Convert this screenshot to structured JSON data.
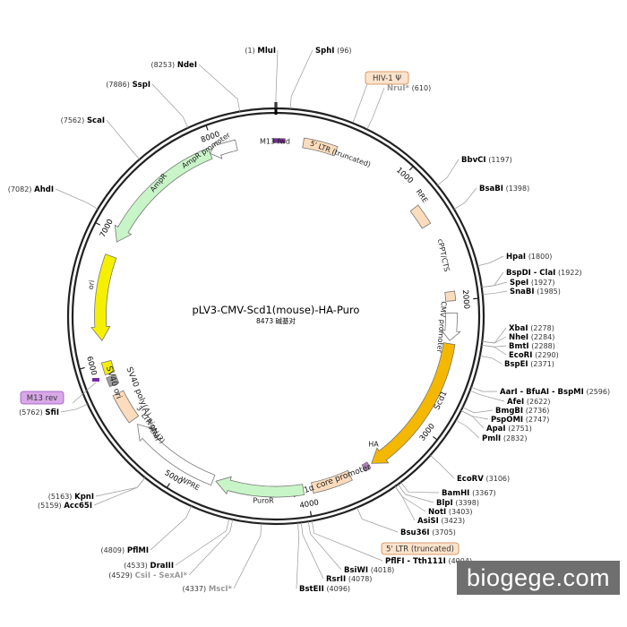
{
  "plasmid": {
    "name": "pLV3-CMV-Scd1(mouse)-HA-Puro",
    "length_label": "8473 碱基对",
    "length": 8473
  },
  "ring": {
    "tick_labels": [
      "1000",
      "2000",
      "3000",
      "4000",
      "5000",
      "6000",
      "7000",
      "8000"
    ]
  },
  "features": [
    {
      "id": "m13-fwd",
      "label": "M13 fwd",
      "type": "primer",
      "color": "#7a2aa0"
    },
    {
      "id": "ltr5",
      "label": "5' LTR (truncated)",
      "type": "box",
      "color": "#fcdcbc"
    },
    {
      "id": "rre",
      "label": "RRE",
      "type": "box",
      "color": "#fcdcbc"
    },
    {
      "id": "cppt",
      "label": "cPPT/CTS",
      "type": "box",
      "color": "#fcdcbc"
    },
    {
      "id": "cmv",
      "label": "CMV promoter",
      "type": "arrow",
      "color": "#ffffff"
    },
    {
      "id": "scd1",
      "label": "Scd1",
      "type": "arrow",
      "color": "#f5b800"
    },
    {
      "id": "ha",
      "label": "HA",
      "type": "box",
      "color": "#b07cc0"
    },
    {
      "id": "ef1a",
      "label": "EF-1α core promoter",
      "type": "box",
      "color": "#fcdcbc"
    },
    {
      "id": "puror",
      "label": "PuroR",
      "type": "arrow",
      "color": "#c8f5c8"
    },
    {
      "id": "wpre",
      "label": "WPRE",
      "type": "arrow",
      "color": "#ffffff"
    },
    {
      "id": "ltr3",
      "label": "3' LTR (ΔU3)",
      "type": "box",
      "color": "#fcdcbc"
    },
    {
      "id": "sv40pa",
      "label": "SV40 poly(A) signal",
      "type": "box",
      "color": "#a0a0a0"
    },
    {
      "id": "sv40ori",
      "label": "SV40 ori",
      "type": "box",
      "color": "#f5f000"
    },
    {
      "id": "ori",
      "label": "ori",
      "type": "arrow",
      "color": "#f5f000"
    },
    {
      "id": "ampr",
      "label": "AmpR",
      "type": "arrow",
      "color": "#c8f5c8"
    },
    {
      "id": "amppromoter",
      "label": "AmpR promoter",
      "type": "arrow",
      "color": "#ffffff"
    }
  ],
  "boxed_labels": [
    {
      "id": "hiv1",
      "text": "HIV-1 Ψ",
      "color": "#fce4cc",
      "border": "#d08040"
    },
    {
      "id": "ltr5b",
      "text": "5' LTR (truncated)",
      "color": "#fce4cc",
      "border": "#d08040"
    },
    {
      "id": "m13rev",
      "text": "M13 rev",
      "color": "#d8a8e8",
      "border": "#9a50b8"
    }
  ],
  "sites": [
    {
      "name": "MluI",
      "pos": "(1)"
    },
    {
      "name": "SphI",
      "pos": "(96)"
    },
    {
      "name": "NruI*",
      "pos": "(610)"
    },
    {
      "name": "BbvCI",
      "pos": "(1197)"
    },
    {
      "name": "BsaBI",
      "pos": "(1398)"
    },
    {
      "name": "HpaI",
      "pos": "(1800)"
    },
    {
      "name": "BspDI - ClaI",
      "pos": "(1922)"
    },
    {
      "name": "SpeI",
      "pos": "(1927)"
    },
    {
      "name": "SnaBI",
      "pos": "(1985)"
    },
    {
      "name": "XbaI",
      "pos": "(2278)"
    },
    {
      "name": "NheI",
      "pos": "(2284)"
    },
    {
      "name": "BmtI",
      "pos": "(2288)"
    },
    {
      "name": "EcoRI",
      "pos": "(2290)"
    },
    {
      "name": "BspEI",
      "pos": "(2371)"
    },
    {
      "name": "AarI - BfuAI - BspMI",
      "pos": "(2596)"
    },
    {
      "name": "AfeI",
      "pos": "(2622)"
    },
    {
      "name": "BmgBI",
      "pos": "(2736)"
    },
    {
      "name": "PspOMI",
      "pos": "(2747)"
    },
    {
      "name": "ApaI",
      "pos": "(2751)"
    },
    {
      "name": "PmlI",
      "pos": "(2832)"
    },
    {
      "name": "EcoRV",
      "pos": "(3106)"
    },
    {
      "name": "BamHI",
      "pos": "(3367)"
    },
    {
      "name": "BlpI",
      "pos": "(3398)"
    },
    {
      "name": "NotI",
      "pos": "(3403)"
    },
    {
      "name": "AsiSI",
      "pos": "(3423)"
    },
    {
      "name": "Bsu36I",
      "pos": "(3705)"
    },
    {
      "name": "PflFI - Tth111I",
      "pos": "(4004)"
    },
    {
      "name": "BsiWI",
      "pos": "(4018)"
    },
    {
      "name": "RsrII",
      "pos": "(4078)"
    },
    {
      "name": "BstEII",
      "pos": "(4096)"
    },
    {
      "name": "MscI*",
      "pos": "(4337)"
    },
    {
      "name": "CsiI - SexAI*",
      "pos": "(4529)"
    },
    {
      "name": "DraIII",
      "pos": "(4533)"
    },
    {
      "name": "PflMI",
      "pos": "(4809)"
    },
    {
      "name": "Acc65I",
      "pos": "(5159)"
    },
    {
      "name": "KpnI",
      "pos": "(5163)"
    },
    {
      "name": "SfiI",
      "pos": "(5762)"
    },
    {
      "name": "AhdI",
      "pos": "(7082)"
    },
    {
      "name": "ScaI",
      "pos": "(7562)"
    },
    {
      "name": "SspI",
      "pos": "(7886)"
    },
    {
      "name": "NdeI",
      "pos": "(8253)"
    }
  ],
  "watermark": "biogege.com"
}
